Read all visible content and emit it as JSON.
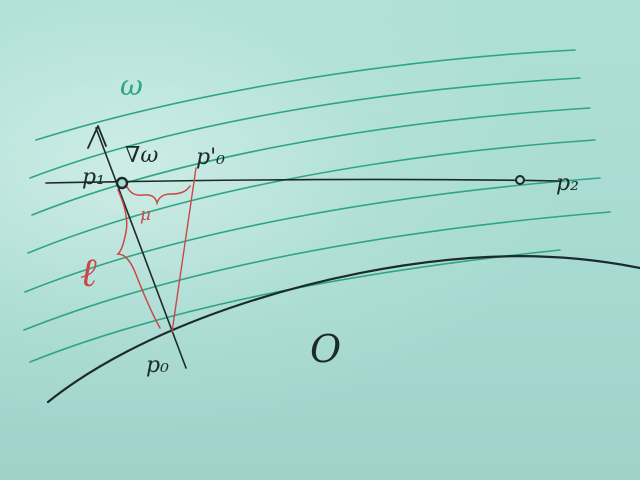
{
  "labels": {
    "omega": "ω",
    "grad_omega": "∇ω",
    "p1": "p₁",
    "p2": "p₂",
    "p0_prime": "p'₀",
    "p0": "p₀",
    "mu": "μ",
    "ell": "ℓ",
    "obstacle": "O"
  },
  "colors": {
    "paper": "#a9dcd4",
    "ink_black": "#1d2a2a",
    "ink_green": "#2fa582",
    "ink_red": "#c9484a"
  }
}
